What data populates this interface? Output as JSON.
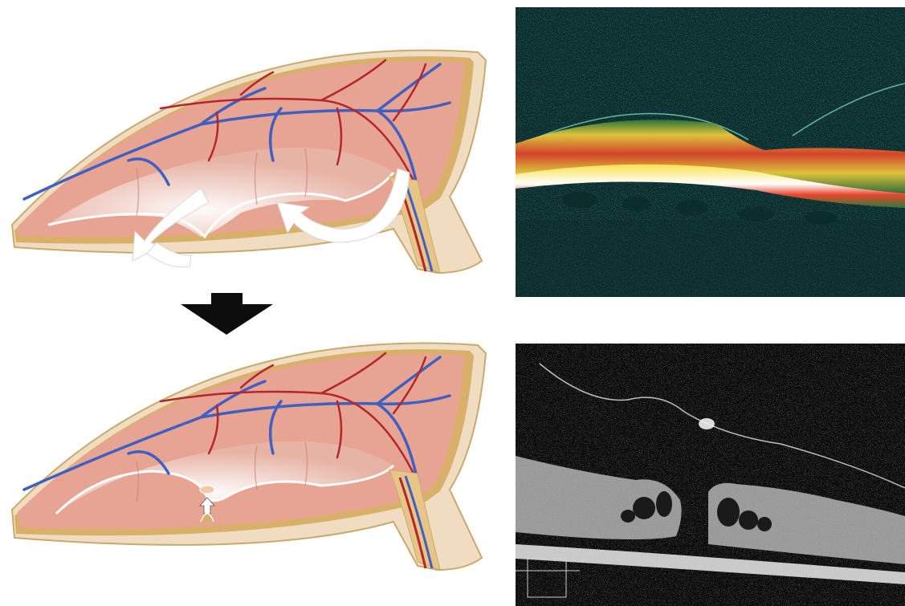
{
  "figure": {
    "panels": [
      {
        "id": "illustration-stage-1",
        "kind": "schematic",
        "depicts": "vitreomacular-traction"
      },
      {
        "id": "illustration-stage-2",
        "kind": "schematic",
        "depicts": "macular-hole"
      },
      {
        "id": "oct-scan-1",
        "kind": "oct-color"
      },
      {
        "id": "oct-scan-2",
        "kind": "oct-grayscale"
      }
    ],
    "progression_icon": "down-arrow-icon",
    "colors": {
      "retina": "#e8a493",
      "choroid": "#d9b06a",
      "artery": "#b3262a",
      "vein": "#3f5fc2",
      "vitreous": "#f4e8e4",
      "oct_dark": "#0b2a2a",
      "oct_bright": "#f9e14a",
      "oct_hot": "#e8462a"
    }
  }
}
